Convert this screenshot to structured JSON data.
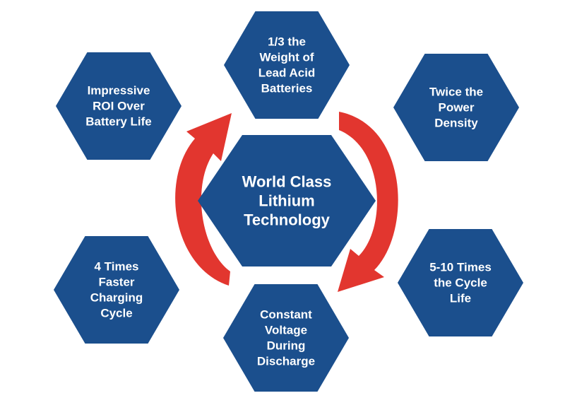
{
  "colors": {
    "hexagon": "#1b4f8d",
    "arrow": "#e2362f",
    "text": "#ffffff",
    "background": "#ffffff"
  },
  "center": {
    "lines": [
      "World Class",
      "Lithium",
      "Technology"
    ]
  },
  "benefits": [
    {
      "key": "weight",
      "lines": [
        "1/3 the",
        "Weight of",
        "Lead Acid",
        "Batteries"
      ]
    },
    {
      "key": "power-density",
      "lines": [
        "Twice the",
        "Power",
        "Density"
      ]
    },
    {
      "key": "cycle-life",
      "lines": [
        "5-10 Times",
        "the Cycle",
        "Life"
      ]
    },
    {
      "key": "constant-voltage",
      "lines": [
        "Constant",
        "Voltage",
        "During",
        "Discharge"
      ]
    },
    {
      "key": "faster-charging",
      "lines": [
        "4 Times",
        "Faster",
        "Charging",
        "Cycle"
      ]
    },
    {
      "key": "roi",
      "lines": [
        "Impressive",
        "ROI Over",
        "Battery Life"
      ]
    }
  ]
}
